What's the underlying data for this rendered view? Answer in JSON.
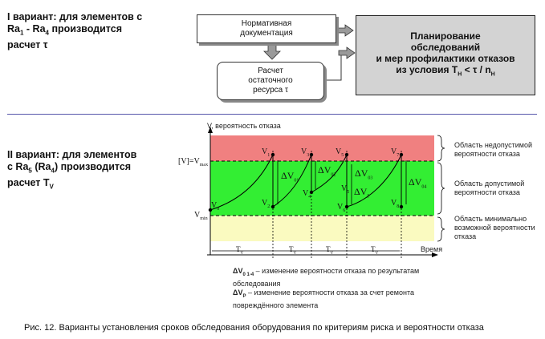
{
  "variant1": {
    "line1": "I вариант: для элементов с",
    "line2": "Ra",
    "line2_sub1": "1",
    "line2_mid": " - Ra",
    "line2_sub2": "4",
    "line2_end": " производится",
    "line3": "расчет τ"
  },
  "boxes": {
    "normative_line1": "Нормативная",
    "normative_line2": "документация",
    "calc_line1": "Расчет",
    "calc_line2": "остаточного",
    "calc_line3": "ресурса τ",
    "plan_line1": "Планирование",
    "plan_line2": "обследований",
    "plan_line3": "и мер профилактики отказов",
    "plan_line4": "из условия T",
    "plan_line4_sub": "H",
    "plan_line4_end": " < τ / n",
    "plan_line4_sub2": "H"
  },
  "variant2": {
    "line1": "II вариант: для элементов",
    "line2": "с Ra",
    "line2_sub1": "5",
    "line2_mid": " (Ra",
    "line2_sub2": "4",
    "line2_end": ") производится",
    "line3": "расчет T",
    "line3_sub": "V"
  },
  "chart": {
    "y_axis_title": "V, вероятность отказа",
    "x_axis_title": "Время",
    "v_max_label": "[V]=V",
    "v_max_sub": "max",
    "v_min_label": "V",
    "v_min_sub": "min",
    "v0_label": "V",
    "v0_sub": "0",
    "zones": {
      "red_label_1": "Область недопустимой",
      "red_label_2": "вероятности отказа",
      "green_label_1": "Область допустимой",
      "green_label_2": "вероятности отказа",
      "yellow_label_1": "Область минимально",
      "yellow_label_2": "возможной вероятности",
      "yellow_label_3": "отказа"
    },
    "points": [
      "V1",
      "V2",
      "V3",
      "V4",
      "V5",
      "V6"
    ],
    "delta_labels": [
      "ΔV",
      "ΔV",
      "ΔV",
      "ΔV"
    ],
    "delta_subs": [
      "01",
      "02",
      "03",
      "04"
    ],
    "delta_p_label": "ΔV",
    "delta_p_sub": "P",
    "period_labels": [
      "T",
      "T",
      "T",
      "T"
    ],
    "period_subs": [
      "V",
      "V",
      "V",
      "V"
    ],
    "colors": {
      "red_zone": "#f08080",
      "green_zone": "#33ee33",
      "yellow_zone": "#fafac0",
      "gray_box": "#d3d3d3"
    }
  },
  "legend": {
    "dv_label": "ΔV",
    "dv_sub": "0  1-4",
    "dv_text_1": " – изменение вероятности отказа по результатам",
    "dv_text_2": "обследования",
    "dvp_label": "ΔV",
    "dvp_sub": "P",
    "dvp_text_1": " – изменение вероятности отказа за счет ремонта",
    "dvp_text_2": "повреждённого элемента"
  },
  "caption": "Рис. 12. Варианты установления сроков обследования оборудования по критериям риска и вероятности отказа"
}
